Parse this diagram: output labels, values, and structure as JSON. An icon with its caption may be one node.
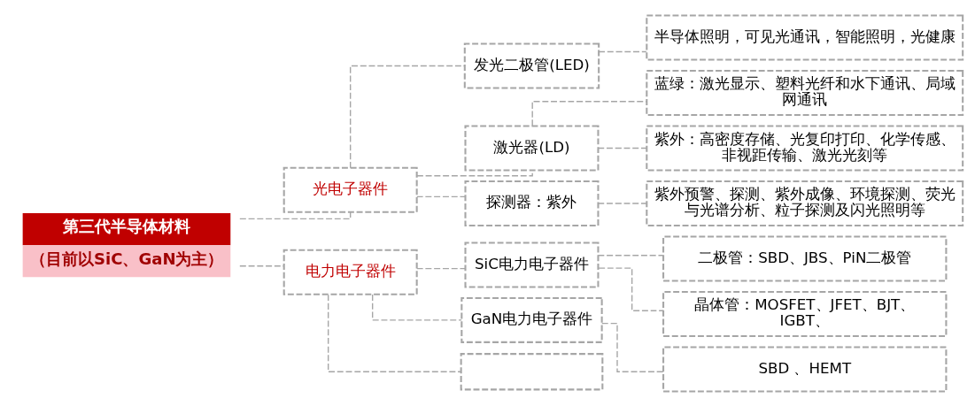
{
  "diagram": {
    "nodes": [
      {
        "text": [
          "第三代半导体材料",
          "（目前以SiC、GaN为主）"
        ]
      },
      {
        "text": [
          "光电子器件"
        ]
      },
      {
        "text": [
          "电力电子器件"
        ]
      },
      {
        "text": [
          "发光二极管(LED)"
        ]
      },
      {
        "text": [
          "激光器(LD)"
        ]
      },
      {
        "text": [
          "探测器：紫外"
        ]
      },
      {
        "text": [
          "半导体照明，可见光通讯，智能照明，光健康"
        ]
      },
      {
        "text": [
          "蓝绿：激光显示、塑料光纤和水下通讯、局域网通讯"
        ]
      },
      {
        "text": [
          "紫外：高密度存储、光复印打印、化学传感、非视距传输、激光光刻等"
        ]
      },
      {
        "text": [
          "紫外预警、探测、紫外成像、环境探测、荧光与光谱分析、粒子探测及闪光照明等"
        ]
      },
      {
        "text": [
          "SiC电力电子器件"
        ]
      },
      {
        "text": [
          "GaN电力电子器件"
        ]
      },
      {
        "text": [],
        "shape": "box"
      },
      {
        "text": [
          "二极管：SBD、JBS、PiN二极管"
        ]
      },
      {
        "text": [
          "晶体管：MOSFET、JFET、BJT、IGBT、"
        ]
      },
      {
        "text": [
          "SBD 、HEMT"
        ]
      }
    ],
    "edges": [
      {
        "from": 0,
        "to": 1,
        "arrow": "none",
        "style": "dashed"
      },
      {
        "from": 0,
        "to": 2,
        "arrow": "none",
        "style": "dashed"
      },
      {
        "from": 1,
        "to": 3,
        "arrow": "none",
        "style": "dashed"
      },
      {
        "from": 1,
        "to": 4,
        "arrow": "none",
        "style": "dashed"
      },
      {
        "from": 1,
        "to": 5,
        "arrow": "none",
        "style": "dashed"
      },
      {
        "from": 3,
        "to": 6,
        "arrow": "none",
        "style": "dashed"
      },
      {
        "from": 4,
        "to": 7,
        "arrow": "none",
        "style": "dashed"
      },
      {
        "from": 4,
        "to": 8,
        "arrow": "none",
        "style": "dashed"
      },
      {
        "from": 5,
        "to": 9,
        "arrow": "none",
        "style": "dashed"
      },
      {
        "from": 2,
        "to": 10,
        "arrow": "none",
        "style": "dashed"
      },
      {
        "from": 2,
        "to": 11,
        "arrow": "none",
        "style": "dashed"
      },
      {
        "from": 2,
        "to": 12,
        "arrow": "none",
        "style": "dashed"
      },
      {
        "from": 10,
        "to": 13,
        "arrow": "none",
        "style": "dashed"
      },
      {
        "from": 10,
        "to": 14,
        "arrow": "none",
        "style": "dashed"
      },
      {
        "from": 11,
        "to": 15,
        "arrow": "none",
        "style": "dashed"
      }
    ]
  }
}
